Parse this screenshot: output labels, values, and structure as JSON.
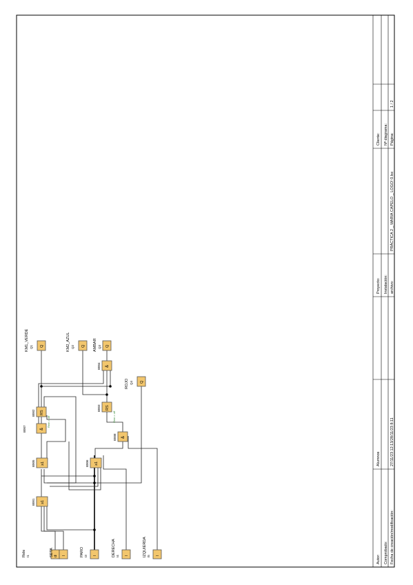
{
  "title_block": {
    "author_label": "Autor:",
    "author_value": "Alumnos",
    "checked_label": "Comprobado:",
    "dates_label": "Fecha de creación/modificación:",
    "dates_value": "27/11/23 12:13/28/11/23 8:11",
    "project_label": "Proyecto:",
    "installation_label": "Instalación:",
    "file_label": "archivo:",
    "file_value": "PRÁCTICA 2 _ MARIA CAPELO _ LOGO! 0.lsc",
    "client_label": "Cliente:",
    "diagram_label": "Nº diagrama:",
    "page_label": "Página:",
    "page_value": "1 / 2"
  },
  "inputs": [
    {
      "name": "Rele",
      "addr": "I1",
      "sym": "I"
    },
    {
      "name": "SETA",
      "addr": "I2",
      "sym": "I"
    },
    {
      "name": "PARO",
      "addr": "I3",
      "sym": "I"
    },
    {
      "name": "DERECHA",
      "addr": "I4",
      "sym": "I"
    },
    {
      "name": "IZQUIERDA",
      "addr": "I5",
      "sym": "I"
    }
  ],
  "outputs": [
    {
      "name": "KM1_VERDE",
      "addr": "Q1",
      "sym": "Q"
    },
    {
      "name": "KM2_AZUL",
      "addr": "Q2",
      "sym": "Q"
    },
    {
      "name": "AMBAR",
      "addr": "Q3",
      "sym": "Q"
    },
    {
      "name": "ROJO",
      "addr": "Q4",
      "sym": "Q"
    }
  ],
  "blocks": [
    {
      "id": "B001",
      "sym": "≥1"
    },
    {
      "id": "B005",
      "sym": "≥1"
    },
    {
      "id": "B007",
      "sym": "&"
    },
    {
      "id": "B002",
      "sym": "RS"
    },
    {
      "id": "B004",
      "sym": "&"
    },
    {
      "id": "B003",
      "sym": "RS"
    },
    {
      "id": "B006",
      "sym": "≥1"
    },
    {
      "id": "B008",
      "sym": "&"
    }
  ],
  "param_b002": "Rem = off",
  "param_b003": "Rem = off",
  "colors": {
    "block_fill": "#f2c66d",
    "param_text": "#3a8a3a"
  }
}
